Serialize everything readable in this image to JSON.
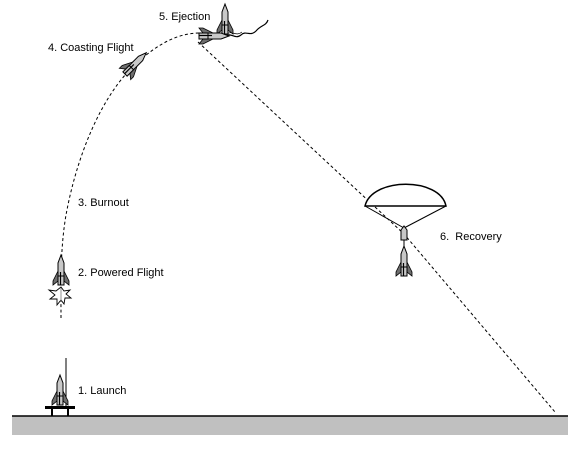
{
  "colors": {
    "ground": "#c0c0c0",
    "ground_line": "#000000",
    "rocket_body": "#c8c8c8",
    "rocket_dark": "#6e6e6e",
    "parachute": "#ffffff",
    "trajectory": "#000000",
    "text": "#000000",
    "background": "#ffffff"
  },
  "icons": [
    "rocket-icon",
    "exhaust-flame-icon",
    "launch-pad-icon",
    "parachute-icon",
    "shock-cord-icon"
  ],
  "stages": [
    {
      "label": "1. Launch"
    },
    {
      "label": "2. Powered Flight"
    },
    {
      "label": "3. Burnout"
    },
    {
      "label": "4. Coasting Flight"
    },
    {
      "label": "5. Ejection"
    },
    {
      "label": "6.  Recovery"
    }
  ]
}
